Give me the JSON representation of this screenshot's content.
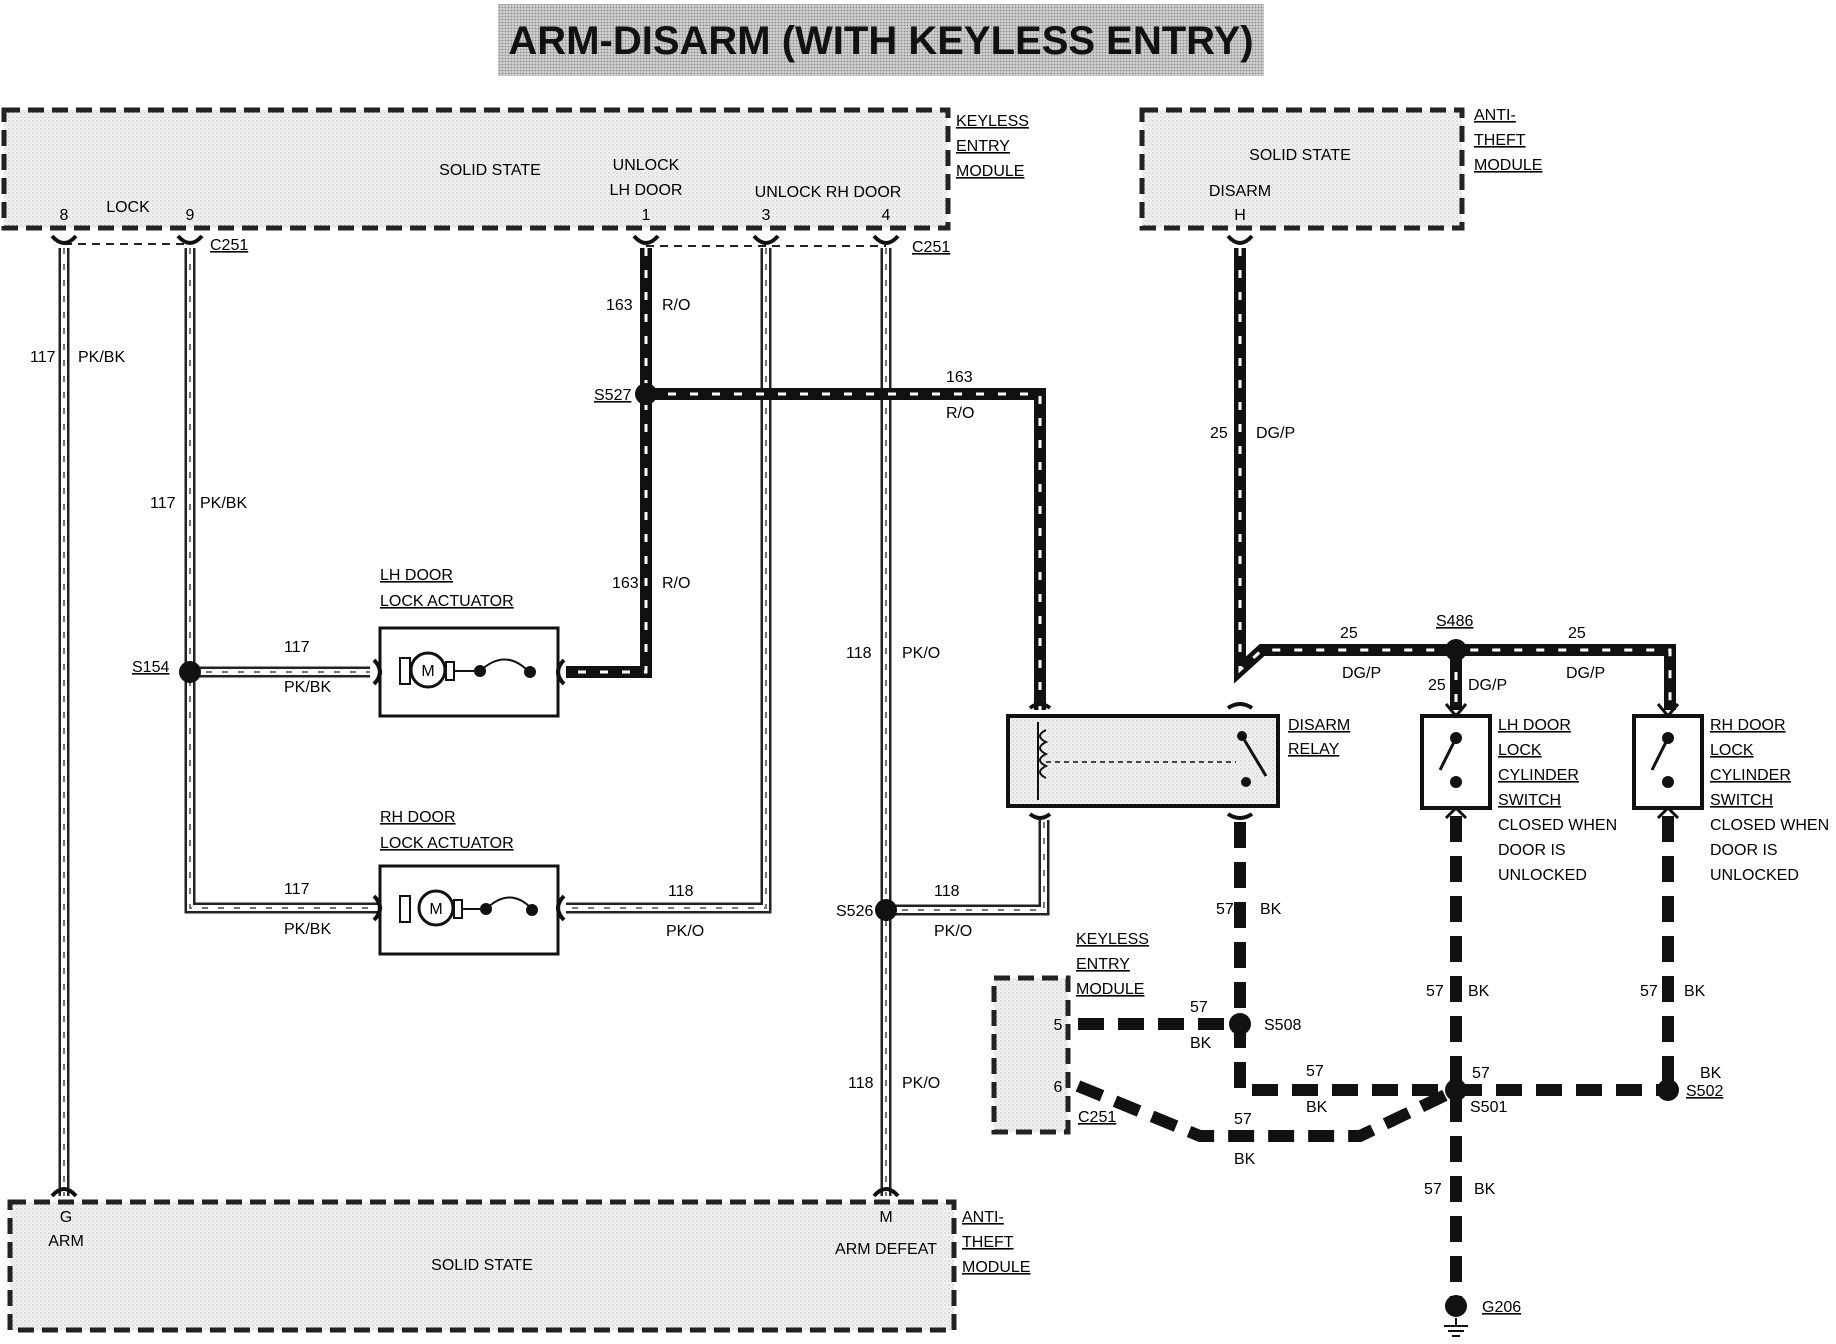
{
  "title": "ARM-DISARM (WITH KEYLESS ENTRY)",
  "modules": {
    "keyless_top": {
      "name": [
        "KEYLESS",
        "ENTRY",
        "MODULE"
      ],
      "solid_state": "SOLID STATE",
      "lock": "LOCK",
      "unlock_lh": [
        "UNLOCK",
        "LH DOOR"
      ],
      "unlock_rh": "UNLOCK RH DOOR",
      "pins": [
        "8",
        "9",
        "1",
        "3",
        "4"
      ]
    },
    "antitheft_top": {
      "name": [
        "ANTI-",
        "THEFT",
        "MODULE"
      ],
      "solid_state": "SOLID STATE",
      "disarm": "DISARM",
      "pin": "H"
    },
    "antitheft_bottom": {
      "name": [
        "ANTI-",
        "THEFT",
        "MODULE"
      ],
      "solid_state": "SOLID STATE",
      "arm": "ARM",
      "arm_defeat": "ARM DEFEAT",
      "pin_g": "G",
      "pin_m": "M"
    },
    "keyless_small": {
      "name": [
        "KEYLESS",
        "ENTRY",
        "MODULE"
      ],
      "pins": [
        "5",
        "6"
      ],
      "connector": "C251"
    }
  },
  "components": {
    "lh_actuator": [
      "LH DOOR",
      "LOCK ACTUATOR"
    ],
    "rh_actuator": [
      "RH DOOR",
      "LOCK ACTUATOR"
    ],
    "motor": "M",
    "disarm_relay": [
      "DISARM",
      "RELAY"
    ],
    "lh_switch": [
      "LH DOOR",
      "LOCK",
      "CYLINDER",
      "SWITCH"
    ],
    "rh_switch": [
      "RH DOOR",
      "LOCK",
      "CYLINDER",
      "SWITCH"
    ],
    "switch_note": [
      "CLOSED WHEN",
      "DOOR IS",
      "UNLOCKED"
    ]
  },
  "connectors": {
    "c251_left": "C251",
    "c251_right": "C251"
  },
  "splices": {
    "s527": "S527",
    "s154": "S154",
    "s526": "S526",
    "s486": "S486",
    "s508": "S508",
    "s501": "S501",
    "s502": "S502",
    "g206": "G206"
  },
  "wires": {
    "w117a": [
      "117",
      "PK/BK"
    ],
    "w117b": [
      "117",
      "PK/BK"
    ],
    "w117c": [
      "117",
      "PK/BK"
    ],
    "w117d": [
      "117",
      "PK/BK"
    ],
    "w163a": [
      "163",
      "R/O"
    ],
    "w163b": [
      "163",
      "R/O"
    ],
    "w163c": [
      "163",
      "R/O"
    ],
    "w118a": [
      "118",
      "PK/O"
    ],
    "w118b": [
      "118",
      "PK/O"
    ],
    "w118c": [
      "118",
      "PK/O"
    ],
    "w118d": [
      "118",
      "PK/O"
    ],
    "w25a": [
      "25",
      "DG/P"
    ],
    "w25b": [
      "25",
      "DG/P"
    ],
    "w25c": [
      "25",
      "DG/P"
    ],
    "w25d": [
      "25",
      "DG/P"
    ],
    "w57a": [
      "57",
      "BK"
    ],
    "w57b": [
      "57",
      "BK"
    ],
    "w57c": [
      "57",
      "BK"
    ],
    "w57d": [
      "57",
      "BK"
    ],
    "w57e": [
      "57",
      "BK"
    ],
    "w57f": [
      "57",
      "BK"
    ],
    "w57g": [
      "57",
      "BK"
    ],
    "w57h": [
      "57",
      "BK"
    ]
  }
}
